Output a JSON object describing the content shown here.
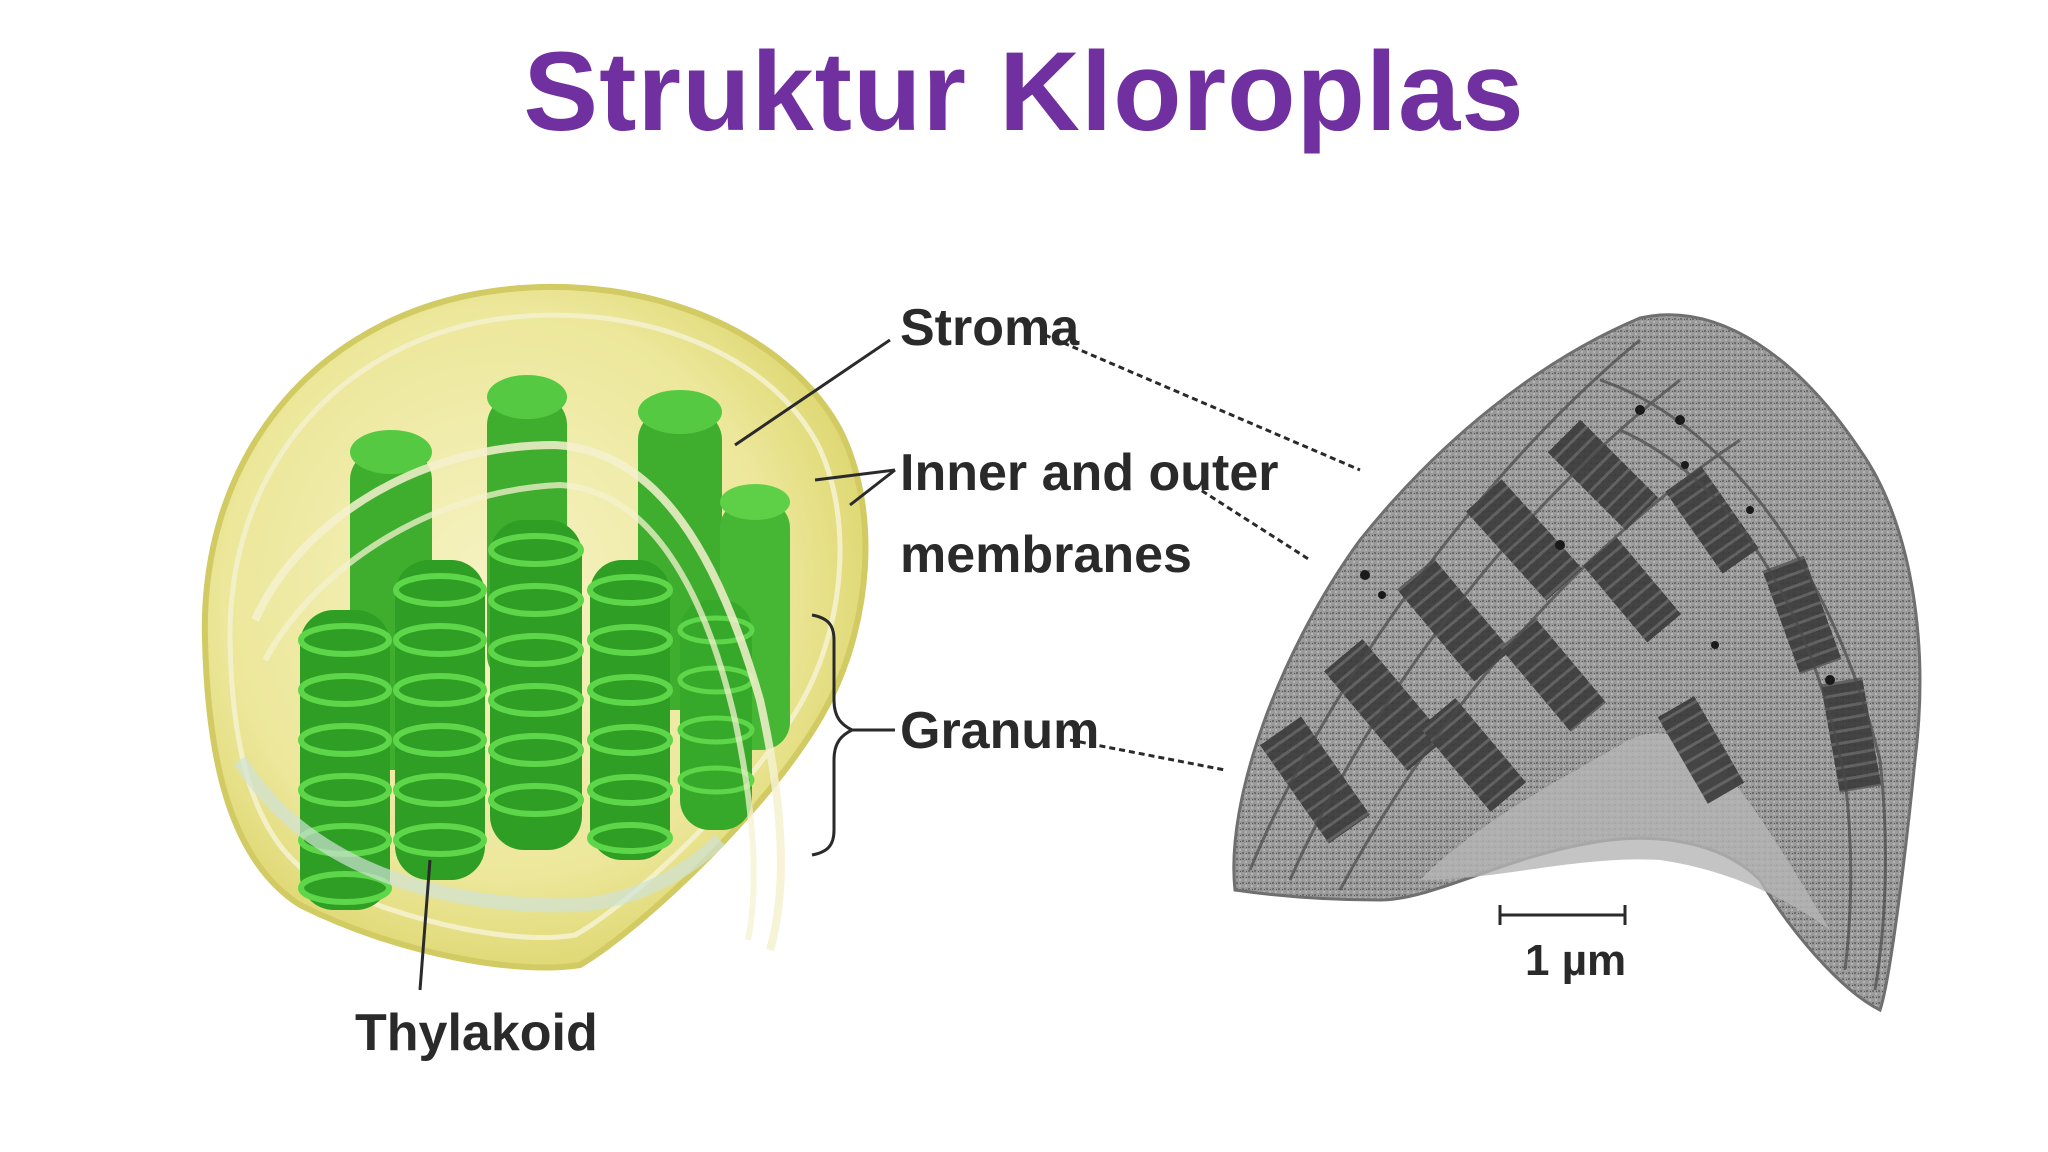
{
  "slide": {
    "title": "Struktur Kloroplas",
    "title_color": "#7030a0"
  },
  "diagram": {
    "labels": {
      "stroma": "Stroma",
      "membranes_line1": "Inner and outer",
      "membranes_line2": "membranes",
      "granum": "Granum",
      "thylakoid": "Thylakoid",
      "scale_bar": "1 µm"
    },
    "colors": {
      "envelope": "#ece9a0",
      "envelope_edge": "#d7cf6a",
      "grana_dark": "#2f9e24",
      "grana_light": "#4fc73c",
      "micrograph_base": "#8c8c8c",
      "micrograph_dark": "#3a3a3a",
      "label_text": "#2a2a2a"
    }
  }
}
